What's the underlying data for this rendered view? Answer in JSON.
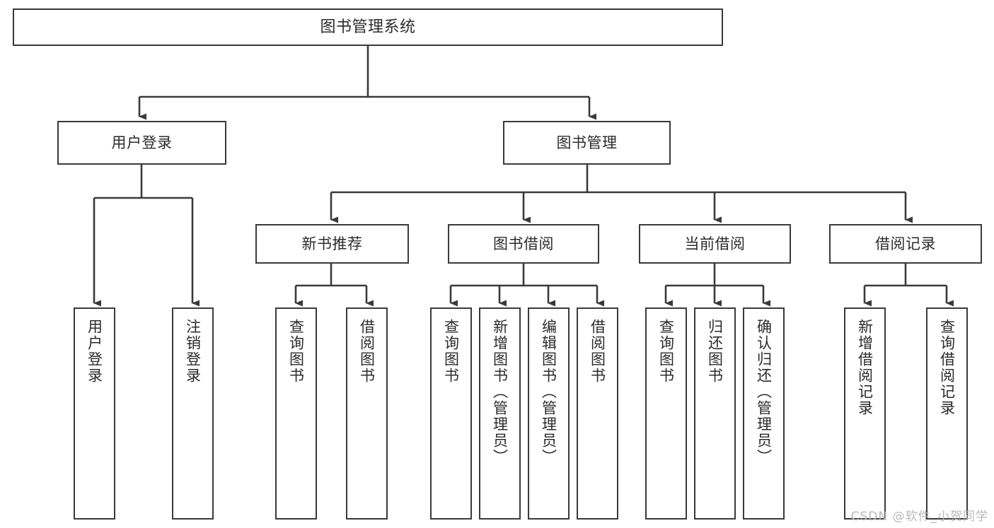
{
  "diagram": {
    "title": "图书管理系统",
    "type": "tree-hierarchy",
    "watermark": "CSDN @软件_小贺同学",
    "colors": {
      "background": "#ffffff",
      "box_border": "#3a3a3a",
      "box_fill": "#ffffff",
      "text": "#2b2b2b",
      "edge": "#3a3a3a",
      "watermark": "#b9b9b9"
    },
    "root": {
      "label": "图书管理系统"
    },
    "level2": [
      {
        "label": "用户登录"
      },
      {
        "label": "图书管理"
      }
    ],
    "level3": [
      {
        "label": "新书推荐"
      },
      {
        "label": "图书借阅"
      },
      {
        "label": "当前借阅"
      },
      {
        "label": "借阅记录"
      }
    ],
    "leaves": {
      "user_login": [
        {
          "label": "用户登录"
        },
        {
          "label": "注销登录"
        }
      ],
      "new_book_recommend": [
        {
          "label": "查询图书"
        },
        {
          "label": "借阅图书"
        }
      ],
      "book_borrow": [
        {
          "label": "查询图书"
        },
        {
          "label": "新增图书（管理员）"
        },
        {
          "label": "编辑图书（管理员）"
        },
        {
          "label": "借阅图书"
        }
      ],
      "current_borrow": [
        {
          "label": "查询图书"
        },
        {
          "label": "归还图书"
        },
        {
          "label": "确认归还（管理员）"
        }
      ],
      "borrow_record": [
        {
          "label": "新增借阅记录"
        },
        {
          "label": "查询借阅记录"
        }
      ]
    }
  }
}
